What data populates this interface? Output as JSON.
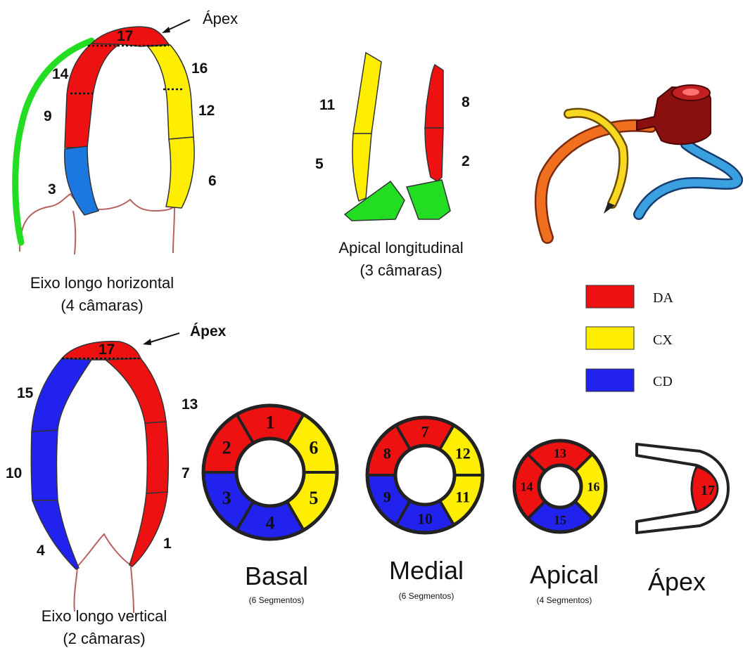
{
  "colors": {
    "DA": "#ee1111",
    "CX": "#ffee00",
    "CD": "#2222ee",
    "green": "#22dd22",
    "lightblue": "#1a78e0",
    "outline": "#b86060"
  },
  "hla": {
    "apex_label": "Ápex",
    "seg17": "17",
    "seg14": "14",
    "seg9": "9",
    "seg3": "3",
    "seg16": "16",
    "seg12": "12",
    "seg6": "6",
    "caption_line1": "Eixo longo horizontal",
    "caption_line2": "(4 câmaras)"
  },
  "apical_long": {
    "seg11": "11",
    "seg5": "5",
    "seg8": "8",
    "seg2": "2",
    "caption_line1": "Apical longitudinal",
    "caption_line2": "(3 câmaras)"
  },
  "legend": {
    "items": [
      {
        "label": "DA",
        "color": "#ee1111"
      },
      {
        "label": "CX",
        "color": "#ffee00"
      },
      {
        "label": "CD",
        "color": "#2222ee"
      }
    ]
  },
  "vla": {
    "apex_label": "Ápex",
    "seg17": "17",
    "seg15": "15",
    "seg10": "10",
    "seg4": "4",
    "seg13": "13",
    "seg7": "7",
    "seg1": "1",
    "caption_line1": "Eixo longo vertical",
    "caption_line2": "(2 câmaras)"
  },
  "bullseye": {
    "basal": {
      "title": "Basal",
      "subtitle": "(6 Segmentos)",
      "segments": [
        {
          "label": "1",
          "color": "#ee1111"
        },
        {
          "label": "6",
          "color": "#ffee00"
        },
        {
          "label": "5",
          "color": "#ffee00"
        },
        {
          "label": "4",
          "color": "#2222ee"
        },
        {
          "label": "3",
          "color": "#2222ee"
        },
        {
          "label": "2",
          "color": "#ee1111"
        }
      ]
    },
    "medial": {
      "title": "Medial",
      "subtitle": "(6 Segmentos)",
      "segments": [
        {
          "label": "7",
          "color": "#ee1111"
        },
        {
          "label": "12",
          "color": "#ffee00"
        },
        {
          "label": "11",
          "color": "#ffee00"
        },
        {
          "label": "10",
          "color": "#2222ee"
        },
        {
          "label": "9",
          "color": "#2222ee"
        },
        {
          "label": "8",
          "color": "#ee1111"
        }
      ]
    },
    "apical": {
      "title": "Apical",
      "subtitle": "(4 Segmentos)",
      "segments": [
        {
          "label": "13",
          "color": "#ee1111"
        },
        {
          "label": "16",
          "color": "#ffee00"
        },
        {
          "label": "15",
          "color": "#2222ee"
        },
        {
          "label": "14",
          "color": "#ee1111"
        }
      ]
    },
    "apex": {
      "title": "Ápex",
      "label": "17",
      "color": "#ee1111"
    }
  }
}
